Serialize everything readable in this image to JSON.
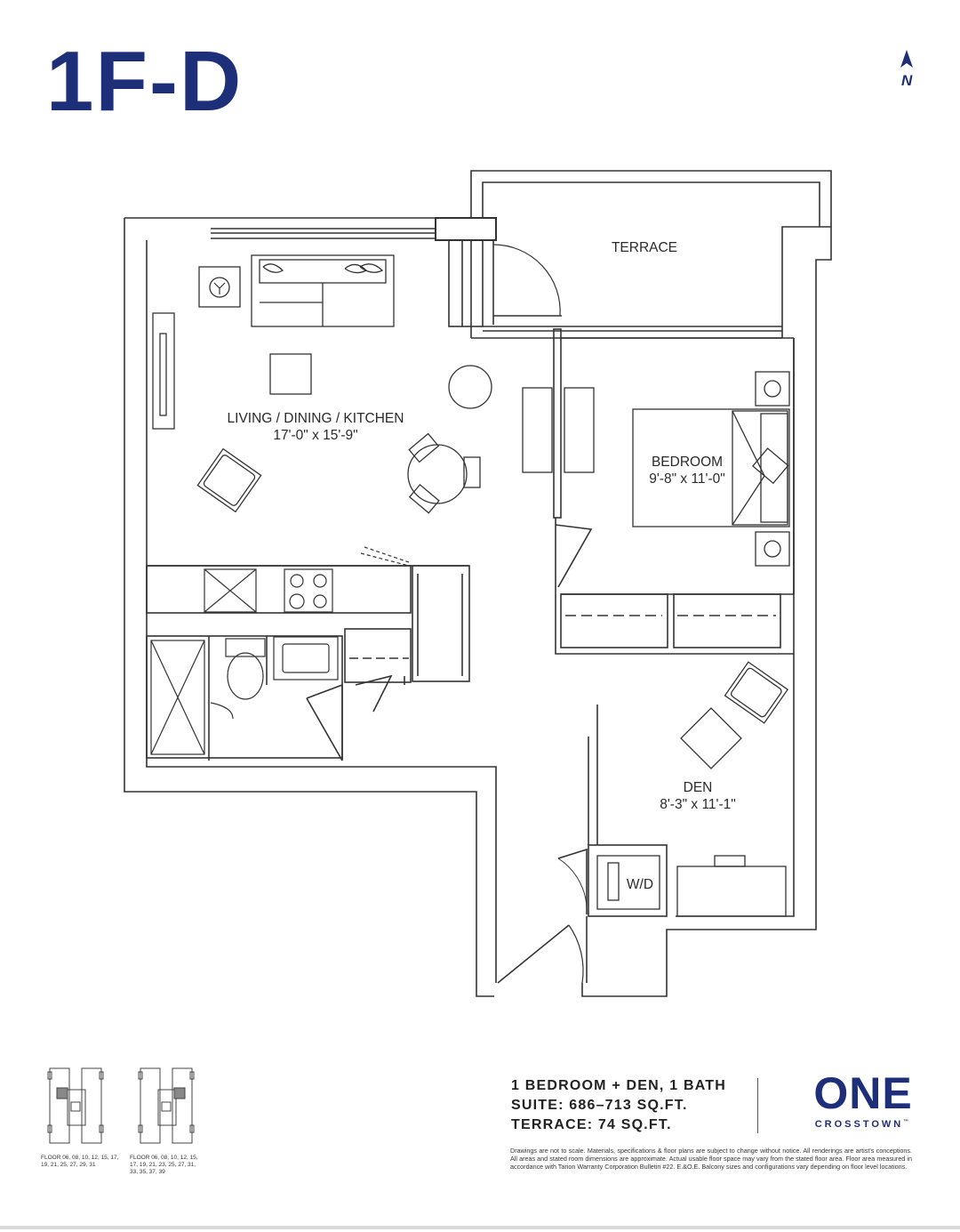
{
  "header": {
    "title": "1F-D",
    "north_label": "N"
  },
  "rooms": {
    "terrace": {
      "name": "TERRACE"
    },
    "living": {
      "name": "LIVING / DINING / KITCHEN",
      "size": "17'-0\" x 15'-9\""
    },
    "bedroom": {
      "name": "BEDROOM",
      "size": "9'-8\" x 11'-0\""
    },
    "den": {
      "name": "DEN",
      "size": "8'-3\" x 11'-1\""
    },
    "laundry": {
      "name": "W/D"
    }
  },
  "keyplans": [
    {
      "caption": "FLOOR 06, 08, 10, 12, 15, 17, 19, 21, 25, 27, 29, 31"
    },
    {
      "caption": "FLOOR 06, 08, 10, 12, 15, 17, 19, 21, 23, 25, 27, 31, 33, 35, 37, 39"
    }
  ],
  "summary": {
    "type": "1 BEDROOM + DEN, 1 BATH",
    "suite": "SUITE: 686–713 SQ.FT.",
    "terrace": "TERRACE: 74 SQ.FT."
  },
  "brand": {
    "name": "ONE",
    "sub": "CROSSTOWN",
    "trademark": "™"
  },
  "disclaimer": "Drawings are not to scale. Materials, specifications & floor plans are subject to change without notice. All renderings are artist's conceptions. All areas and stated room dimensions are approximate. Actual usable floor space may vary from the stated floor area. Floor area measured in accordance with Tarion Warranty Corporation Bulletin #22. E.&O.E. Balcony sizes and configurations vary depending on floor level locations.",
  "colors": {
    "brand_blue": "#1e2f7a",
    "line": "#333333"
  }
}
